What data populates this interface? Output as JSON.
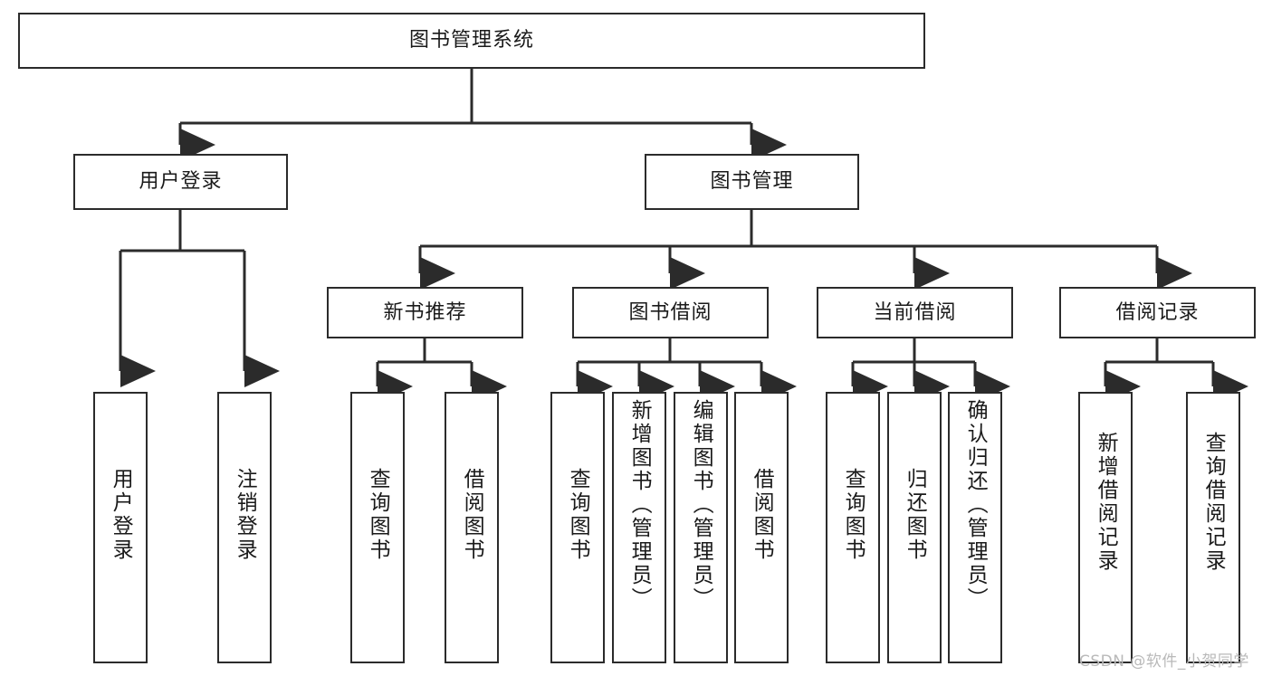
{
  "diagram": {
    "title": "图书管理系统",
    "type": "hierarchy-tree",
    "root": {
      "id": "root",
      "label": "图书管理系统"
    },
    "level2": [
      {
        "id": "user-login",
        "label": "用户登录"
      },
      {
        "id": "book-manage",
        "label": "图书管理"
      }
    ],
    "level3": [
      {
        "id": "new-book-recommend",
        "label": "新书推荐",
        "parent": "book-manage"
      },
      {
        "id": "book-borrow",
        "label": "图书借阅",
        "parent": "book-manage"
      },
      {
        "id": "current-borrow",
        "label": "当前借阅",
        "parent": "book-manage"
      },
      {
        "id": "borrow-record",
        "label": "借阅记录",
        "parent": "book-manage"
      }
    ],
    "leaves": [
      {
        "id": "leaf-user-login",
        "label": "用户登录",
        "parent": "user-login"
      },
      {
        "id": "leaf-logout",
        "label": "注销登录",
        "parent": "user-login"
      },
      {
        "id": "leaf-query-book-1",
        "label": "查询图书",
        "parent": "new-book-recommend"
      },
      {
        "id": "leaf-borrow-book-1",
        "label": "借阅图书",
        "parent": "new-book-recommend"
      },
      {
        "id": "leaf-query-book-2",
        "label": "查询图书",
        "parent": "book-borrow"
      },
      {
        "id": "leaf-add-book",
        "label": "新增图书（管理员）",
        "parent": "book-borrow"
      },
      {
        "id": "leaf-edit-book",
        "label": "编辑图书（管理员）",
        "parent": "book-borrow"
      },
      {
        "id": "leaf-borrow-book-2",
        "label": "借阅图书",
        "parent": "book-borrow"
      },
      {
        "id": "leaf-query-book-3",
        "label": "查询图书",
        "parent": "current-borrow"
      },
      {
        "id": "leaf-return-book",
        "label": "归还图书",
        "parent": "current-borrow"
      },
      {
        "id": "leaf-confirm-return",
        "label": "确认归还（管理员）",
        "parent": "current-borrow"
      },
      {
        "id": "leaf-add-record",
        "label": "新增借阅记录",
        "parent": "borrow-record"
      },
      {
        "id": "leaf-query-record",
        "label": "查询借阅记录",
        "parent": "borrow-record"
      }
    ]
  },
  "watermark": {
    "text": "CSDN @软件_小贺同学"
  },
  "colors": {
    "stroke": "#2b2b2b",
    "fill": "#ffffff",
    "text": "#1a1a1a",
    "watermark": "#b9b9b9"
  }
}
